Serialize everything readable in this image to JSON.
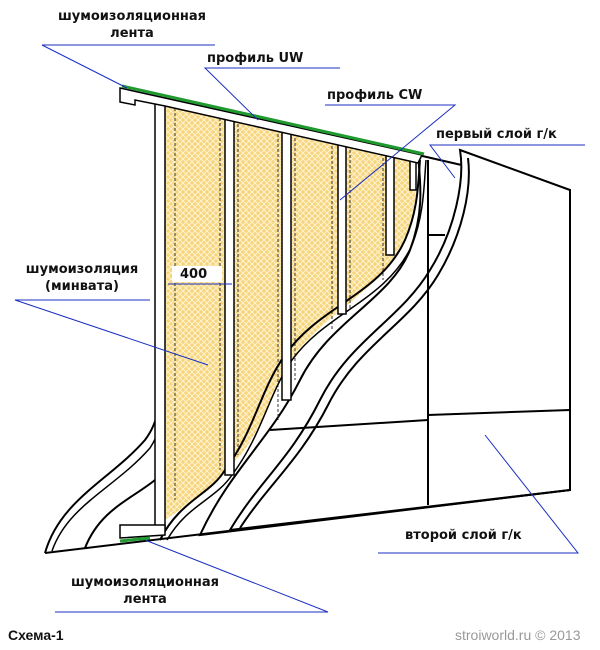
{
  "labels": {
    "tape_top": [
      "шумоизоляционная",
      "лента"
    ],
    "profile_uw": "профиль UW",
    "profile_cw": "профиль CW",
    "first_layer": "первый слой г/к",
    "insulation": [
      "шумоизоляция",
      "(минвата)"
    ],
    "dimension": "400",
    "second_layer": "второй слой г/к",
    "tape_bottom": [
      "шумоизоляционная",
      "лента"
    ]
  },
  "caption": "Схема-1",
  "copyright": "stroiworld.ru © 2013",
  "colors": {
    "leader": "#1a2fc0",
    "tape": "#1f9a2f",
    "insulation": "#f4d27a",
    "outline": "#000000"
  }
}
